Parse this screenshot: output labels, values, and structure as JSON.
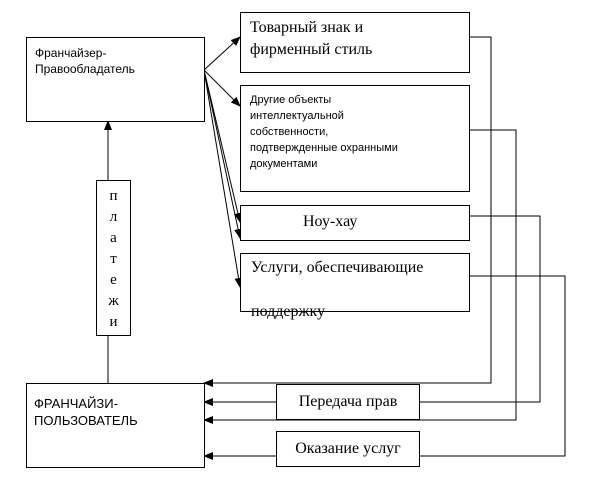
{
  "franchisor": {
    "line1": "Франчайзер-",
    "line2": "Правообладатель"
  },
  "payments": {
    "letters": [
      "п",
      "л",
      "а",
      "т",
      "е",
      "ж",
      "и"
    ]
  },
  "franchisee": {
    "line1": "ФРАНЧАЙЗИ-",
    "line2": "ПОЛЬЗОВАТЕЛЬ"
  },
  "objects": {
    "trademark": {
      "line1": "Товарный знак и",
      "line2": "фирменный стиль"
    },
    "other_ip": {
      "line1": "Другие объекты",
      "line2": "интеллектуальной",
      "line3": "собственности,",
      "line4": "подтвержденные охранными",
      "line5": "документами"
    },
    "knowhow": {
      "label": "Ноу-хау"
    },
    "services": {
      "line1": "Услуги, обеспечивающие",
      "line2": "поддержку"
    }
  },
  "transfer_rights": {
    "label": "Передача прав"
  },
  "services_provision": {
    "label": "Оказание услуг"
  },
  "colors": {
    "line": "#000000",
    "background": "#ffffff"
  }
}
